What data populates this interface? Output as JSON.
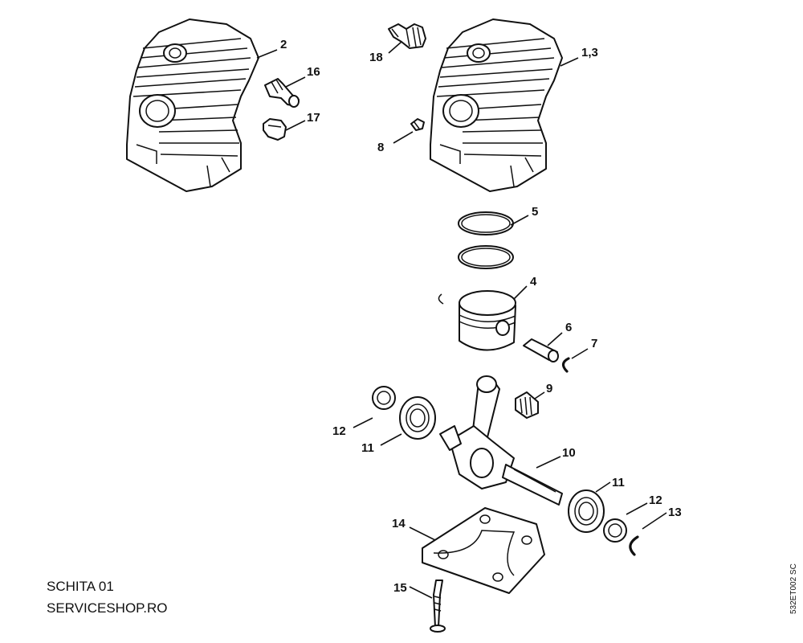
{
  "callouts": {
    "c2": "2",
    "c16": "16",
    "c17": "17",
    "c18": "18",
    "c13a": "1,3",
    "c8": "8",
    "c5": "5",
    "c4": "4",
    "c6": "6",
    "c7": "7",
    "c9": "9",
    "c12a": "12",
    "c11a": "11",
    "c10": "10",
    "c11b": "11",
    "c12b": "12",
    "c13": "13",
    "c14": "14",
    "c15": "15"
  },
  "caption": {
    "line1": "SCHITA 01",
    "line2": "SERVICESHOP.RO"
  },
  "drawing_code": "532ET002 SC"
}
